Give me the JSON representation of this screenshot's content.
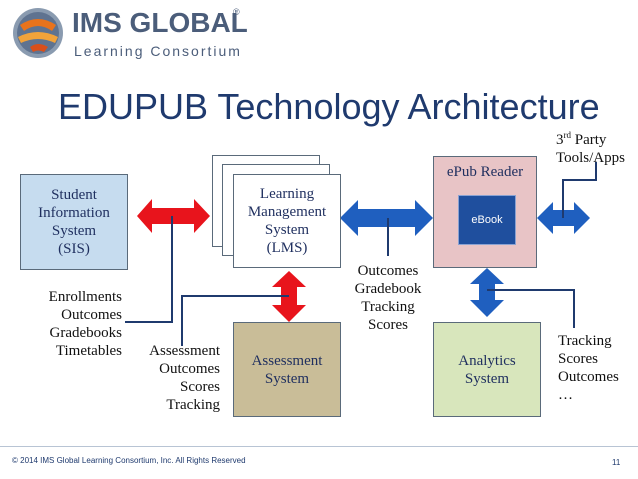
{
  "logo": {
    "name": "IMS GLOBAL",
    "tagline": "Learning Consortium",
    "registered": "®"
  },
  "title": "EDUPUB Technology Architecture",
  "boxes": {
    "sis": [
      "Student",
      "Information",
      "System",
      "(SIS)"
    ],
    "lms": [
      "Learning",
      "Management",
      "System",
      "(LMS)"
    ],
    "epub_reader": "ePub Reader",
    "ebook": "eBook",
    "assessment": [
      "Assessment",
      "System"
    ],
    "analytics": [
      "Analytics",
      "System"
    ]
  },
  "labels": {
    "third_party_sup": "rd",
    "third_party_pre": "3",
    "third_party_rest": " Party",
    "third_party_line2": "Tools/Apps",
    "sis_lms_flows": [
      "Enrollments",
      "Outcomes",
      "Gradebooks",
      "Timetables"
    ],
    "assessment_flows": [
      "Assessment",
      "Outcomes",
      "Scores",
      "Tracking"
    ],
    "lms_reader_flows": [
      "Outcomes",
      "Gradebook",
      "Tracking",
      "Scores"
    ],
    "analytics_flows": [
      "Tracking",
      "Scores",
      "Outcomes",
      "…"
    ]
  },
  "footer": {
    "copyright": "© 2014 IMS Global Learning Consortium, Inc.  All Rights Reserved",
    "page": "11"
  },
  "colors": {
    "title": "#1f3a6e",
    "sis_fill": "#c6dcef",
    "lms_fill": "#ffffff",
    "reader_fill": "#e8c4c6",
    "ebook_fill": "#1f4f9e",
    "assessment_fill": "#c9bd98",
    "analytics_fill": "#d8e6bc",
    "arrow_red": "#e8141c",
    "arrow_blue": "#1f5fbf",
    "connector": "#1f3a6e"
  }
}
